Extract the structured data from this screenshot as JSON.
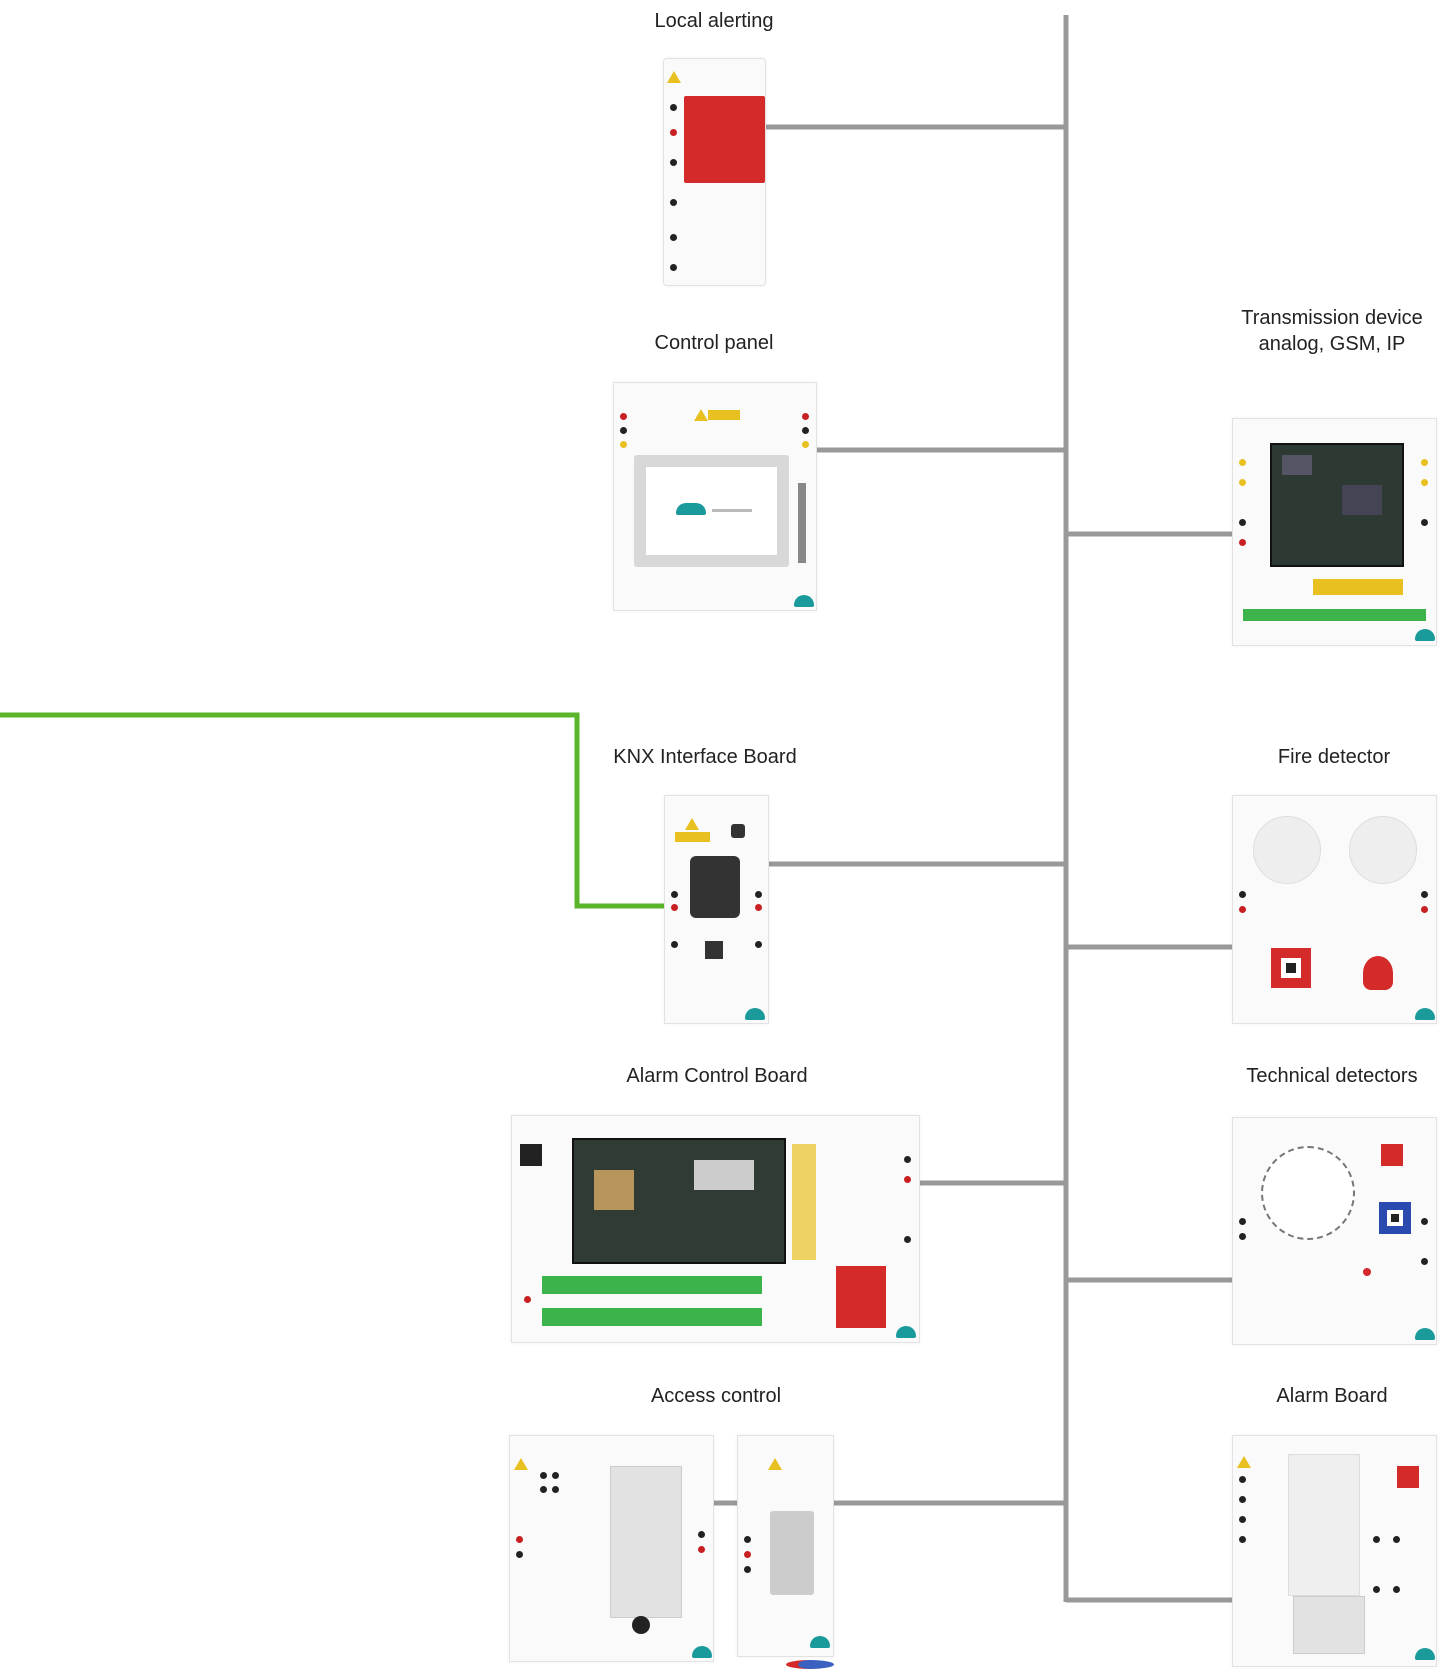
{
  "colors": {
    "bus_line": "#999999",
    "knx_line": "#5ab52a",
    "accent_red": "#d42a2a",
    "logo_teal": "#1a9a9a"
  },
  "labels": {
    "local_alerting": "Local alerting",
    "control_panel": "Control panel",
    "transmission_line1": "Transmission device",
    "transmission_line2": "analog, GSM, IP",
    "knx_interface": "KNX Interface Board",
    "fire_detector": "Fire detector",
    "alarm_control": "Alarm Control Board",
    "technical_detectors": "Technical detectors",
    "access_control": "Access control",
    "alarm_board": "Alarm Board"
  }
}
